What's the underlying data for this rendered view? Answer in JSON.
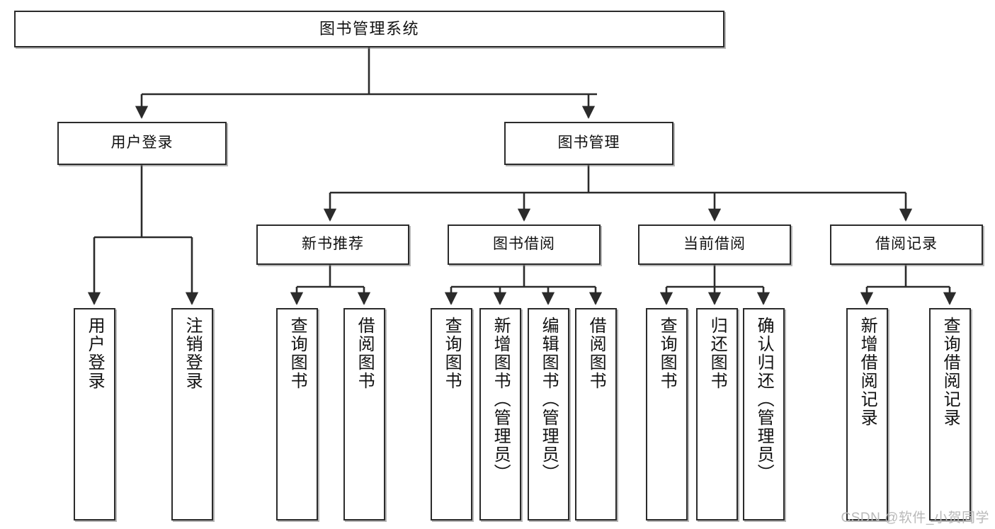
{
  "diagram": {
    "title": "图书管理系统",
    "type": "tree-hierarchy",
    "watermark": "CSDN @软件_小贺同学",
    "colors": {
      "background": "#ffffff",
      "box_border": "#2b2b2b",
      "box_fill": "#ffffff",
      "connector": "#2b2b2b",
      "watermark": "#b9b9b9"
    },
    "root": {
      "label": "图书管理系统"
    },
    "level2": [
      {
        "key": "user_login",
        "label": "用户登录"
      },
      {
        "key": "book_manage",
        "label": "图书管理"
      }
    ],
    "level3": [
      {
        "key": "new_book_rec",
        "label": "新书推荐"
      },
      {
        "key": "book_borrow",
        "label": "图书借阅"
      },
      {
        "key": "current_borrow",
        "label": "当前借阅"
      },
      {
        "key": "borrow_record",
        "label": "借阅记录"
      }
    ],
    "leaves": {
      "user_login": [
        {
          "label": "用户登录"
        },
        {
          "label": "注销登录"
        }
      ],
      "new_book_rec": [
        {
          "label": "查询图书"
        },
        {
          "label": "借阅图书"
        }
      ],
      "book_borrow": [
        {
          "label": "查询图书"
        },
        {
          "label": "新增图书（管理员）"
        },
        {
          "label": "编辑图书（管理员）"
        },
        {
          "label": "借阅图书"
        }
      ],
      "current_borrow": [
        {
          "label": "查询图书"
        },
        {
          "label": "归还图书"
        },
        {
          "label": "确认归还（管理员）"
        }
      ],
      "borrow_record": [
        {
          "label": "新增借阅记录"
        },
        {
          "label": "查询借阅记录"
        }
      ]
    }
  }
}
